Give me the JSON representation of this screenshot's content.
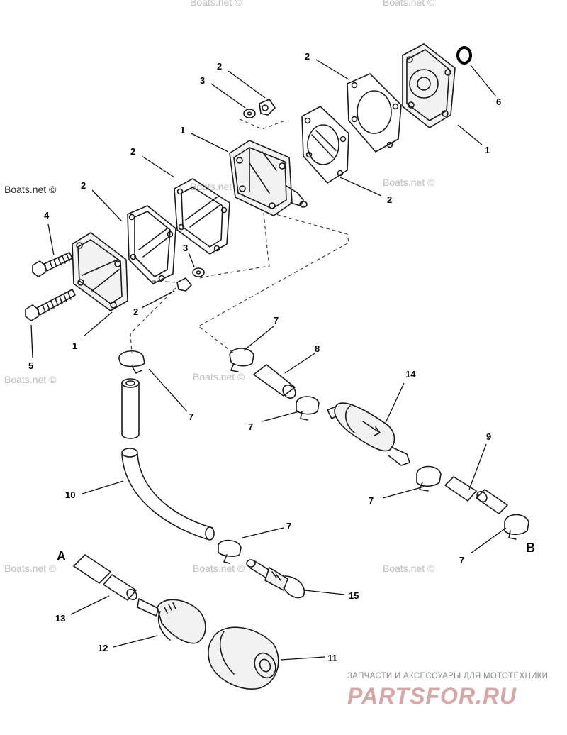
{
  "watermarks": {
    "boats_net": "Boats.net ©"
  },
  "callouts": {
    "n1": "1",
    "n2": "2",
    "n3": "3",
    "n4": "4",
    "n5": "5",
    "n6": "6",
    "n7": "7",
    "n8": "8",
    "n9": "9",
    "n10": "10",
    "n11": "11",
    "n12": "12",
    "n13": "13",
    "n14": "14",
    "n15": "15"
  },
  "connection_labels": {
    "a": "A",
    "b": "B"
  },
  "brand": {
    "tagline": "ЗАПЧАСТИ И АКСЕССУАРЫ ДЛЯ МОТОТЕХНИКИ",
    "logo": "PARTSFOR.RU"
  },
  "colors": {
    "line": "#1a1a1a",
    "watermark": "#bdbdbd",
    "brand_logo": "#d6a7a7"
  }
}
